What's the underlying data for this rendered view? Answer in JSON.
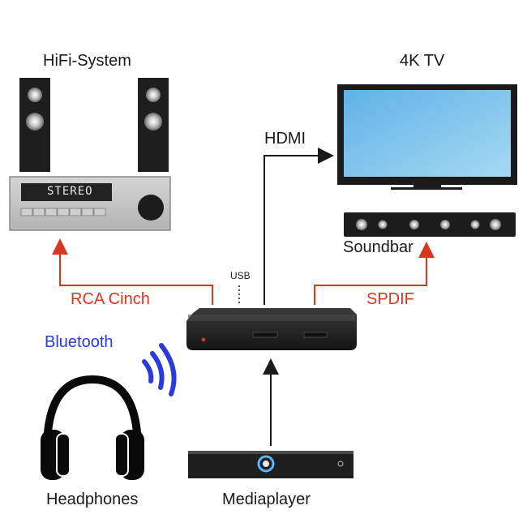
{
  "labels": {
    "hifi": "HiFi-System",
    "tv": "4K TV",
    "hdmi": "HDMI",
    "soundbar": "Soundbar",
    "usb": "USB",
    "rca": "RCA Cinch",
    "spdif": "SPDIF",
    "bluetooth": "Bluetooth",
    "headphones": "Headphones",
    "mediaplayer": "Mediaplayer"
  },
  "receiver_display": "STEREO",
  "colors": {
    "arrow_black": "#1a1a1a",
    "arrow_red": "#d9361f",
    "bluetooth_blue": "#2a3adf",
    "tv_screen": "#7cc4ec",
    "device_dark": "#2b2b2b",
    "receiver_body": "#c7c7c7"
  },
  "icons": [
    "speaker-icon",
    "receiver-icon",
    "tv-icon",
    "soundbar-icon",
    "converter-icon",
    "headphones-icon",
    "mediaplayer-icon",
    "bluetooth-waves-icon"
  ]
}
